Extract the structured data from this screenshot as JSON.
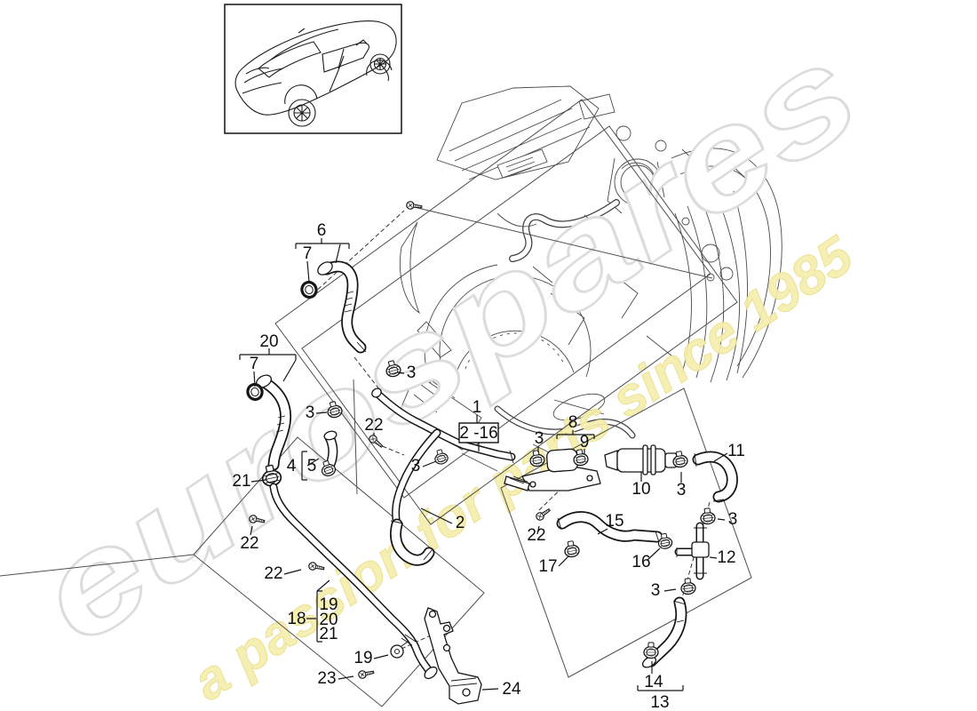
{
  "watermark": {
    "brand": "eurospares",
    "tagline": "a passion for parts since 1985",
    "brand_outline_color": "#dcdcdc",
    "tagline_color": "#f0e59c"
  },
  "vehicle_thumbnail": {
    "description": "porsche-panamera-line-art"
  },
  "assembly_box": {
    "label": "2 -16"
  },
  "callouts": [
    {
      "label": "6"
    },
    {
      "label": "7"
    },
    {
      "label": "20"
    },
    {
      "label": "7"
    },
    {
      "label": "3"
    },
    {
      "label": "22"
    },
    {
      "label": "1"
    },
    {
      "label": "2 -16"
    },
    {
      "label": "3"
    },
    {
      "label": "21"
    },
    {
      "label": "4"
    },
    {
      "label": "5"
    },
    {
      "label": "2"
    },
    {
      "label": "22"
    },
    {
      "label": "22"
    },
    {
      "label": "18"
    },
    {
      "label": "19"
    },
    {
      "label": "20"
    },
    {
      "label": "21"
    },
    {
      "label": "19"
    },
    {
      "label": "23"
    },
    {
      "label": "24"
    },
    {
      "label": "8"
    },
    {
      "label": "3"
    },
    {
      "label": "9"
    },
    {
      "label": "10"
    },
    {
      "label": "3"
    },
    {
      "label": "11"
    },
    {
      "label": "22"
    },
    {
      "label": "15"
    },
    {
      "label": "17"
    },
    {
      "label": "16"
    },
    {
      "label": "12"
    },
    {
      "label": "3"
    },
    {
      "label": "3"
    },
    {
      "label": "14"
    },
    {
      "label": "13"
    },
    {
      "label": "3"
    }
  ]
}
